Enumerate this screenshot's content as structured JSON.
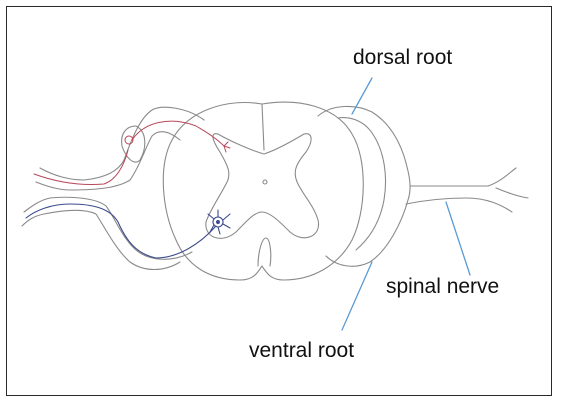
{
  "labels": {
    "dorsal_root": "dorsal root",
    "spinal_nerve": "spinal nerve",
    "ventral_root": "ventral root"
  },
  "colors": {
    "outline": "#8a8a8a",
    "frame": "#2a2a2a",
    "sensory_fiber": "#b8475a",
    "motor_fiber": "#3b4a8c",
    "pointer": "#5b9bd5"
  }
}
